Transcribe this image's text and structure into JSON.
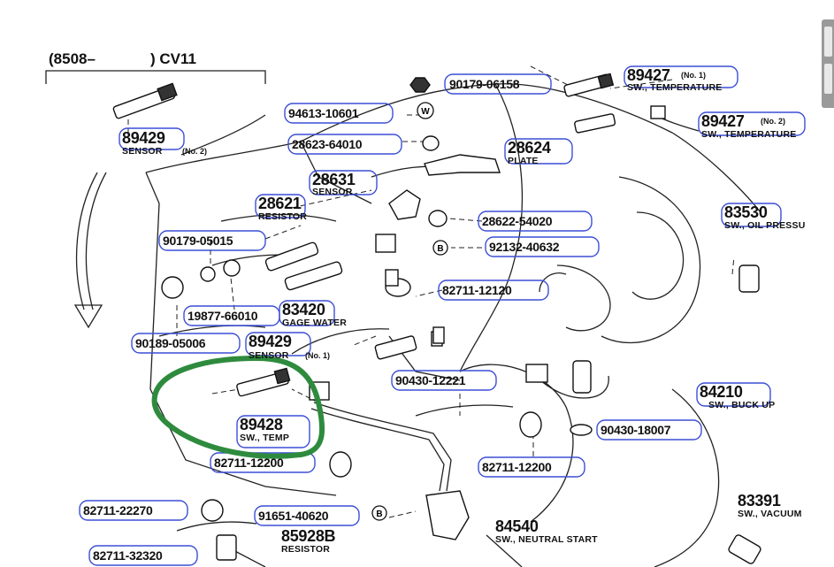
{
  "header": {
    "left": "(8508–",
    "right": ") CV11"
  },
  "parts": {
    "p89429a": "89429",
    "p89429a_desc": "SENSOR",
    "p89429a_tag": "(No. 2)",
    "p90179_06158": "90179-06158",
    "p89427a": "89427",
    "p89427a_tag": "(No. 1)",
    "p89427a_desc": "SW., TEMPERATURE",
    "p94613": "94613-10601",
    "p89427b": "89427",
    "p89427b_tag": "(No. 2)",
    "p89427b_desc": "SW., TEMPERATURE",
    "p28623": "28623-64010",
    "p28624": "28624",
    "p28624_desc": "PLATE",
    "p28631": "28631",
    "p28631_desc": "SENSOR",
    "p28621": "28621",
    "p28621_desc": "RESISTOR",
    "p28622": "28622-54020",
    "p83530": "83530",
    "p83530_desc": "SW., OIL PRESSU",
    "p90179_05015": "90179-05015",
    "p92132": "92132-40632",
    "p82711_12120": "82711-12120",
    "p19877": "19877-66010",
    "p83420": "83420",
    "p83420_desc": "GAGE WATER",
    "p90189": "90189-05006",
    "p89429b": "89429",
    "p89429b_desc": "SENSOR",
    "p89429b_tag": "(No. 1)",
    "p90430_12221": "90430-12221",
    "p84210": "84210",
    "p84210_desc": "SW., BUCK UP",
    "p89428": "89428",
    "p89428_desc": "SW., TEMP",
    "p90430_18007": "90430-18007",
    "p82711_12200a": "82711-12200",
    "p82711_12200b": "82711-12200",
    "p82711_22270": "82711-22270",
    "p91651": "91651-40620",
    "p84540": "84540",
    "p84540_desc": "SW., NEUTRAL START",
    "p83391": "83391",
    "p83391_desc": "SW., VACUUM",
    "p85928": "85928B",
    "p85928_desc": "RESISTOR",
    "p82711_32320": "82711-32320",
    "marker_w": "W",
    "marker_b1": "B",
    "marker_b2": "B"
  },
  "colors": {
    "highlight_box": "#3b4fd6",
    "annotation_circle": "#2e8b3e",
    "ink": "#111111"
  }
}
